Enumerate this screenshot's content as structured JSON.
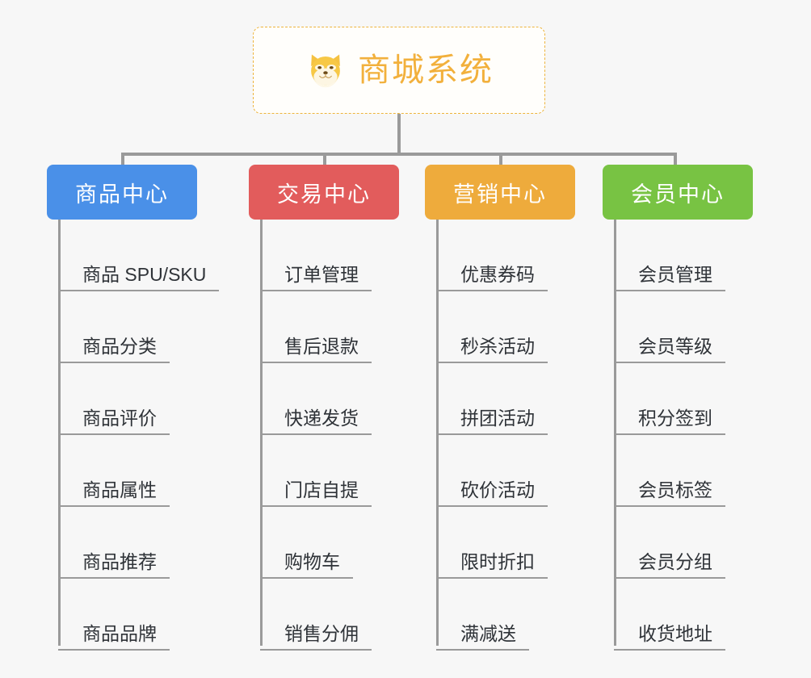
{
  "background_color": "#f7f7f7",
  "root": {
    "title": "商城系统",
    "icon": "shiba-dog-face-icon",
    "text_color": "#f2b03c",
    "border_color": "#edb43c",
    "fill_color": "#fffefb"
  },
  "connector_color": "#9a9a9a",
  "branches": [
    {
      "label": "商品中心",
      "color": "#4a90e8",
      "items": [
        "商品 SPU/SKU",
        "商品分类",
        "商品评价",
        "商品属性",
        "商品推荐",
        "商品品牌"
      ]
    },
    {
      "label": "交易中心",
      "color": "#e25c5c",
      "items": [
        "订单管理",
        "售后退款",
        "快递发货",
        "门店自提",
        "购物车",
        "销售分佣"
      ]
    },
    {
      "label": "营销中心",
      "color": "#eeab3c",
      "items": [
        "优惠券码",
        "秒杀活动",
        "拼团活动",
        "砍价活动",
        "限时折扣",
        "满减送"
      ]
    },
    {
      "label": "会员中心",
      "color": "#78c343",
      "items": [
        "会员管理",
        "会员等级",
        "积分签到",
        "会员标签",
        "会员分组",
        "收货地址"
      ]
    }
  ]
}
